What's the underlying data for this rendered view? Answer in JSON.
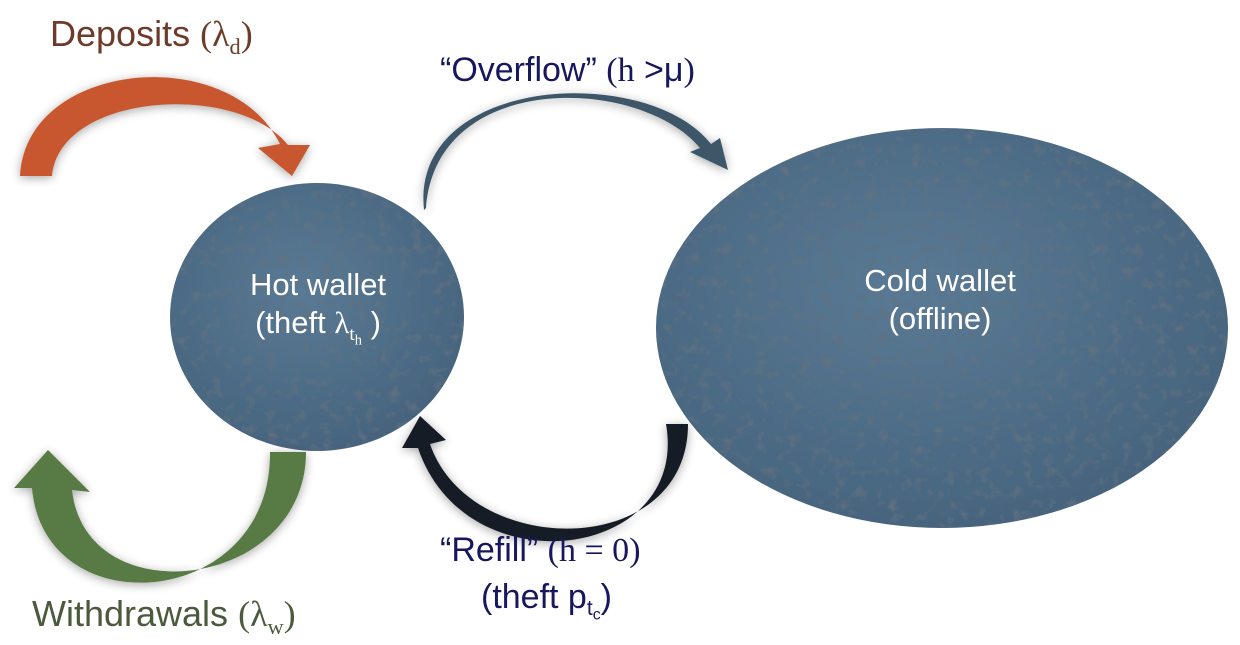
{
  "deposits": {
    "name": "Deposits",
    "open": "(",
    "symbol": "λ",
    "sub": "d",
    "close": ")"
  },
  "withdrawals": {
    "name": "Withdrawals",
    "open": "(",
    "symbol": "λ",
    "sub": "w",
    "close": ")"
  },
  "overflow": {
    "quote": "“Overflow”",
    "open": "(",
    "var": "h",
    "op": " >",
    "mu": "μ",
    "close": ")"
  },
  "refill": {
    "quote": "“Refill”",
    "open": "(",
    "expr": "h = 0",
    "close": ")"
  },
  "refill_theft": {
    "open": "(theft p",
    "sub": "t",
    "subsub": "c",
    "close": ")"
  },
  "hot_wallet": {
    "title": "Hot wallet",
    "open": "(theft ",
    "symbol": "λ",
    "sub": "t",
    "subsub": "h",
    "close": " )"
  },
  "cold_wallet": {
    "title": "Cold wallet",
    "subtitle": "(offline)"
  },
  "colors": {
    "wallet_fill": "#4f6e8a",
    "deposits_arrow": "#c8562e",
    "withdrawals_arrow": "#587a45",
    "overflow_arrow": "#3c5668",
    "refill_arrow": "#161d26",
    "deposits_text": "#6e3a2a",
    "withdrawals_text": "#4b5a3c",
    "flow_text": "#17175e"
  }
}
